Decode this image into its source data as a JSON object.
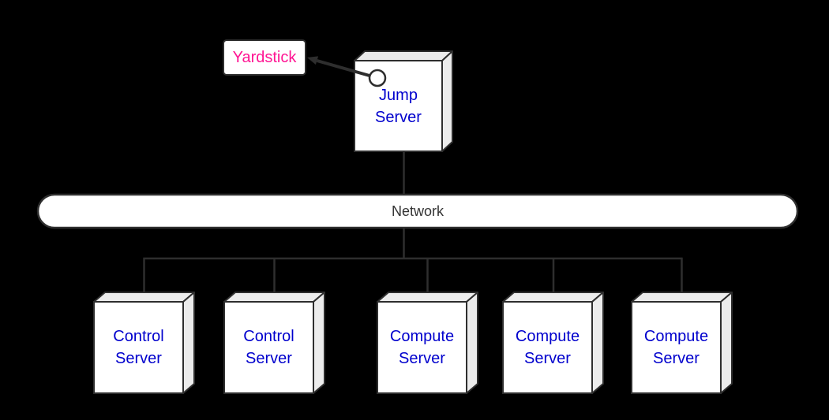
{
  "diagram": {
    "background_color": "#000000",
    "colors": {
      "line": "#2E2E2E",
      "node_front_fill": "#FFFFFF",
      "node_side_fill": "#ECECEC",
      "server_label_text": "#0000CD",
      "yardstick_label_text": "#FF1493",
      "network_label_text": "#333333"
    },
    "yardstick": {
      "label": "Yardstick"
    },
    "jump_server": {
      "label": "Jump Server"
    },
    "network": {
      "label": "Network"
    },
    "servers": [
      {
        "label": "Control Server"
      },
      {
        "label": "Control Server"
      },
      {
        "label": "Compute Server"
      },
      {
        "label": "Compute Server"
      },
      {
        "label": "Compute Server"
      }
    ],
    "connections": [
      {
        "from": "Jump Server",
        "to": "Yardstick",
        "type": "arrow"
      },
      {
        "from": "Jump Server",
        "to": "Network",
        "type": "line"
      },
      {
        "from": "Network",
        "to": "Control Server 1",
        "type": "line"
      },
      {
        "from": "Network",
        "to": "Control Server 2",
        "type": "line"
      },
      {
        "from": "Network",
        "to": "Compute Server 1",
        "type": "line"
      },
      {
        "from": "Network",
        "to": "Compute Server 2",
        "type": "line"
      },
      {
        "from": "Network",
        "to": "Compute Server 3",
        "type": "line"
      }
    ]
  }
}
